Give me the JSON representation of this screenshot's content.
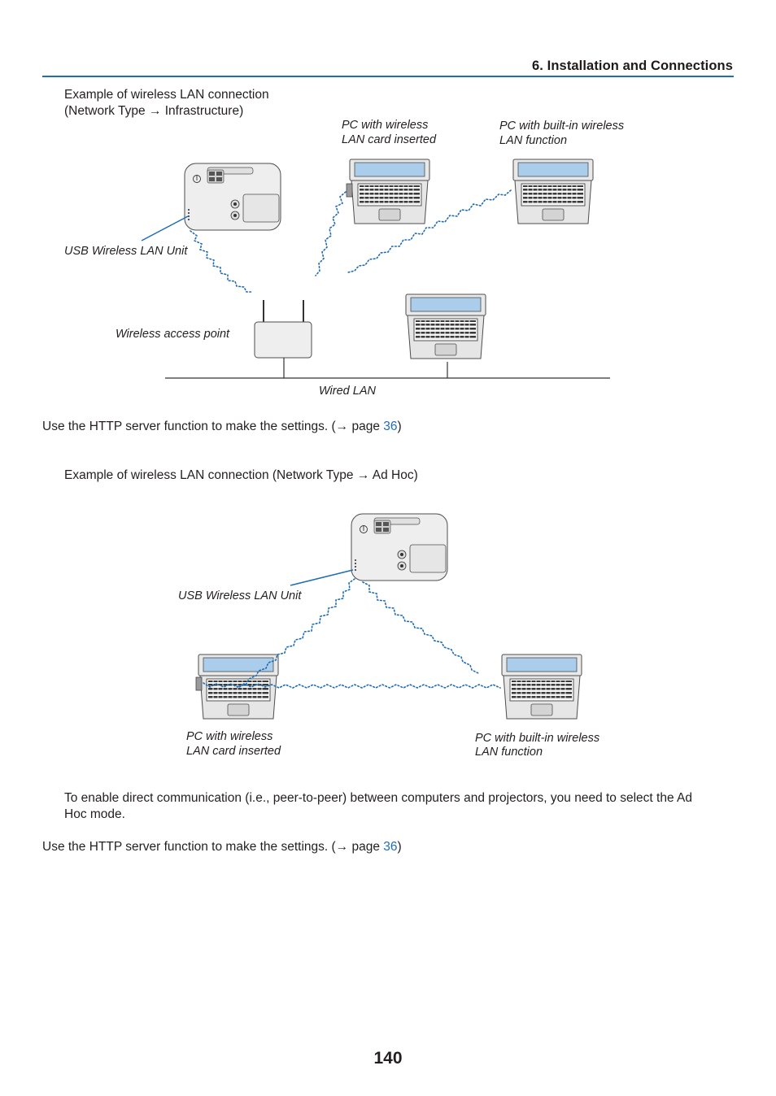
{
  "header": {
    "title": "6. Installation and Connections"
  },
  "section1": {
    "intro_line1": "Example of wireless LAN connection",
    "intro_line2": "(Network Type → Infrastructure)",
    "labels": {
      "pc_card_line1": "PC with wireless",
      "pc_card_line2": "LAN card inserted",
      "pc_builtin_line1": "PC with built-in wireless",
      "pc_builtin_line2": "LAN function",
      "usb_unit": "USB Wireless LAN Unit",
      "access_point": "Wireless access point",
      "wired_lan": "Wired LAN"
    },
    "note_prefix": "Use the HTTP server function to make the settings. (→ page ",
    "note_link": "36",
    "note_suffix": ")"
  },
  "section2": {
    "intro": "Example of wireless LAN connection (Network Type → Ad Hoc)",
    "labels": {
      "usb_unit": "USB Wireless LAN Unit",
      "pc_card_line1": "PC with wireless",
      "pc_card_line2": "LAN card inserted",
      "pc_builtin_line1": "PC with built-in wireless",
      "pc_builtin_line2": "LAN function"
    },
    "paragraph_line1": "To enable direct communication (i.e., peer-to-peer) between computers and projectors, you need to select the Ad",
    "paragraph_line2": "Hoc mode.",
    "note_prefix": "Use the HTTP server function to make the settings. (→ page ",
    "note_link": "36",
    "note_suffix": ")"
  },
  "page_number": "140",
  "colors": {
    "accent": "#1f6db5",
    "text": "#231f20",
    "screen": "#a9cdea"
  }
}
